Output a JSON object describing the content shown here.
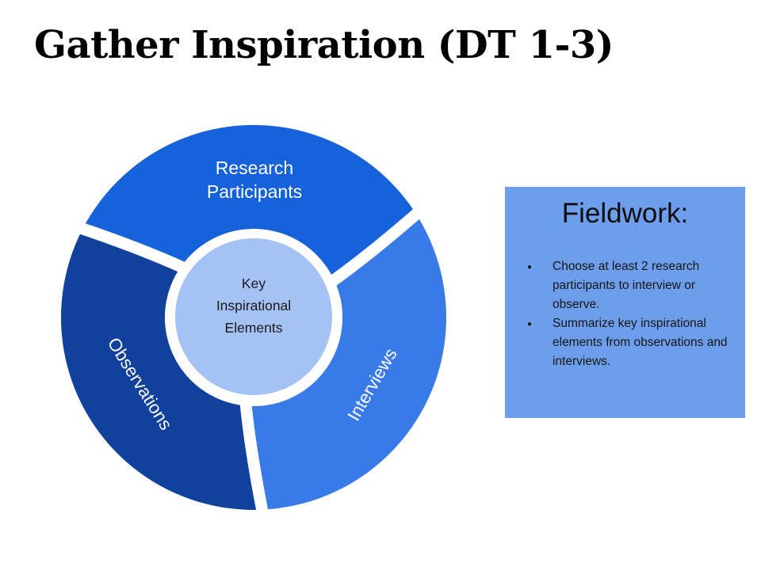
{
  "slide": {
    "title": "Gather Inspiration (DT 1-3)"
  },
  "diagram": {
    "segments": [
      {
        "id": "research-participants",
        "label": "Research\nParticipants",
        "color": "#1562da"
      },
      {
        "id": "interviews",
        "label": "Interviews",
        "color": "#397ae9"
      },
      {
        "id": "observations",
        "label": "Observations",
        "color": "#10419c"
      }
    ],
    "center": {
      "label": "Key\nInspirational\nElements",
      "color": "#a5c2f5",
      "text_color": "#1a1a1a"
    },
    "label_color": "#ffffff"
  },
  "fieldwork": {
    "title": "Fieldwork:",
    "bullet_glyph": "●",
    "bullets": [
      "Choose at least 2 research participants to interview or observe.",
      "Summarize key inspirational elements from observations and interviews."
    ],
    "bg_color": "#6d9eeb",
    "text_color": "#161616"
  }
}
